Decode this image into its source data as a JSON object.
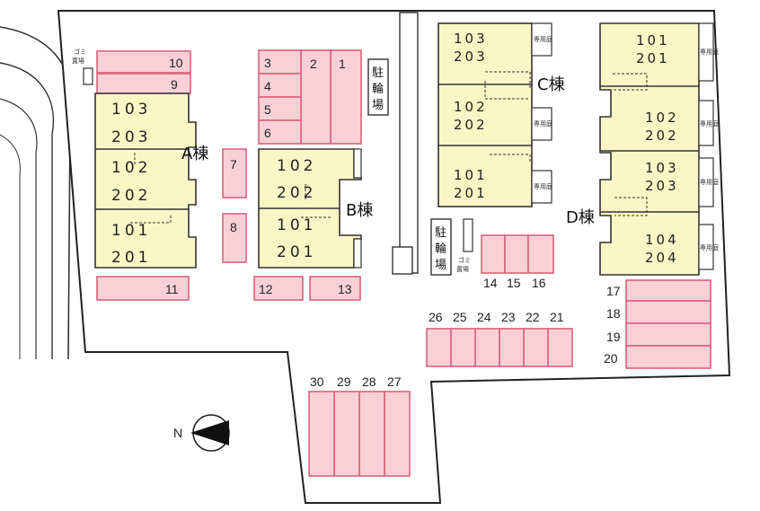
{
  "buildings": {
    "A": {
      "name": "A棟",
      "rows": [
        [
          "103",
          "203"
        ],
        [
          "102",
          "202"
        ],
        [
          "101",
          "201"
        ]
      ]
    },
    "B": {
      "name": "B棟",
      "rows": [
        [
          "102",
          "202"
        ],
        [
          "101",
          "201"
        ]
      ]
    },
    "C": {
      "name": "C棟",
      "rows": [
        [
          "103",
          "203"
        ],
        [
          "102",
          "202"
        ],
        [
          "101",
          "201"
        ]
      ],
      "storage_label": "専用庭"
    },
    "D": {
      "name": "D棟",
      "rows": [
        [
          "101",
          "201"
        ],
        [
          "102",
          "202"
        ],
        [
          "103",
          "203"
        ],
        [
          "104",
          "204"
        ]
      ],
      "storage_label": "専用庭"
    }
  },
  "parking": [
    "1",
    "2",
    "3",
    "4",
    "5",
    "6",
    "7",
    "8",
    "9",
    "10",
    "11",
    "12",
    "13",
    "14",
    "15",
    "16",
    "17",
    "18",
    "19",
    "20",
    "21",
    "22",
    "23",
    "24",
    "25",
    "26",
    "27",
    "28",
    "29",
    "30"
  ],
  "facilities": {
    "bike_top": [
      "駐",
      "輪",
      "場"
    ],
    "bike_mid": [
      "駐",
      "輪",
      "場"
    ],
    "garbage_top": [
      "ゴミ",
      "置場"
    ],
    "garbage_mid": [
      "ゴミ",
      "置場"
    ]
  },
  "compass": {
    "label": "N"
  }
}
